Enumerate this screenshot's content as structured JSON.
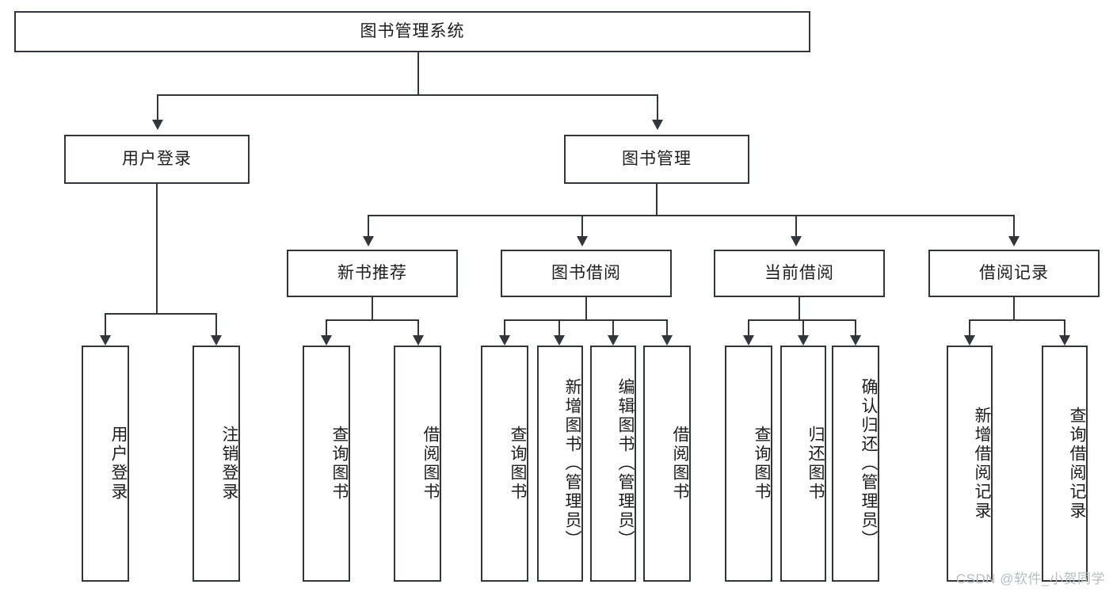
{
  "diagram": {
    "title": "图书管理系统",
    "watermark": "CSDN @软件_小贺同学",
    "colors": {
      "stroke": "#32353a",
      "fill": "#ffffff",
      "text": "#1d1d1d",
      "watermark": "#b9bcc0"
    },
    "root": {
      "label": "图书管理系统"
    },
    "level2": [
      {
        "id": "user-login",
        "label": "用户登录"
      },
      {
        "id": "book-manage",
        "label": "图书管理"
      }
    ],
    "level3": [
      {
        "id": "new-book-recommend",
        "label": "新书推荐"
      },
      {
        "id": "book-borrow",
        "label": "图书借阅"
      },
      {
        "id": "current-borrow",
        "label": "当前借阅"
      },
      {
        "id": "borrow-record",
        "label": "借阅记录"
      }
    ],
    "leaves": {
      "user_login": [
        {
          "id": "leaf-user-login",
          "label": "用户登录"
        },
        {
          "id": "leaf-logout",
          "label": "注销登录"
        }
      ],
      "new_book_recommend": [
        {
          "id": "leaf-query-book-1",
          "label": "查询图书"
        },
        {
          "id": "leaf-borrow-book-1",
          "label": "借阅图书"
        }
      ],
      "book_borrow": [
        {
          "id": "leaf-query-book-2",
          "label": "查询图书"
        },
        {
          "id": "leaf-add-book",
          "label": "新增图书（管理员）"
        },
        {
          "id": "leaf-edit-book",
          "label": "编辑图书（管理员）"
        },
        {
          "id": "leaf-borrow-book-2",
          "label": "借阅图书"
        }
      ],
      "current_borrow": [
        {
          "id": "leaf-query-book-3",
          "label": "查询图书"
        },
        {
          "id": "leaf-return-book",
          "label": "归还图书"
        },
        {
          "id": "leaf-confirm-return",
          "label": "确认归还（管理员）"
        }
      ],
      "borrow_record": [
        {
          "id": "leaf-add-record",
          "label": "新增借阅记录"
        },
        {
          "id": "leaf-query-record",
          "label": "查询借阅记录"
        }
      ]
    }
  }
}
